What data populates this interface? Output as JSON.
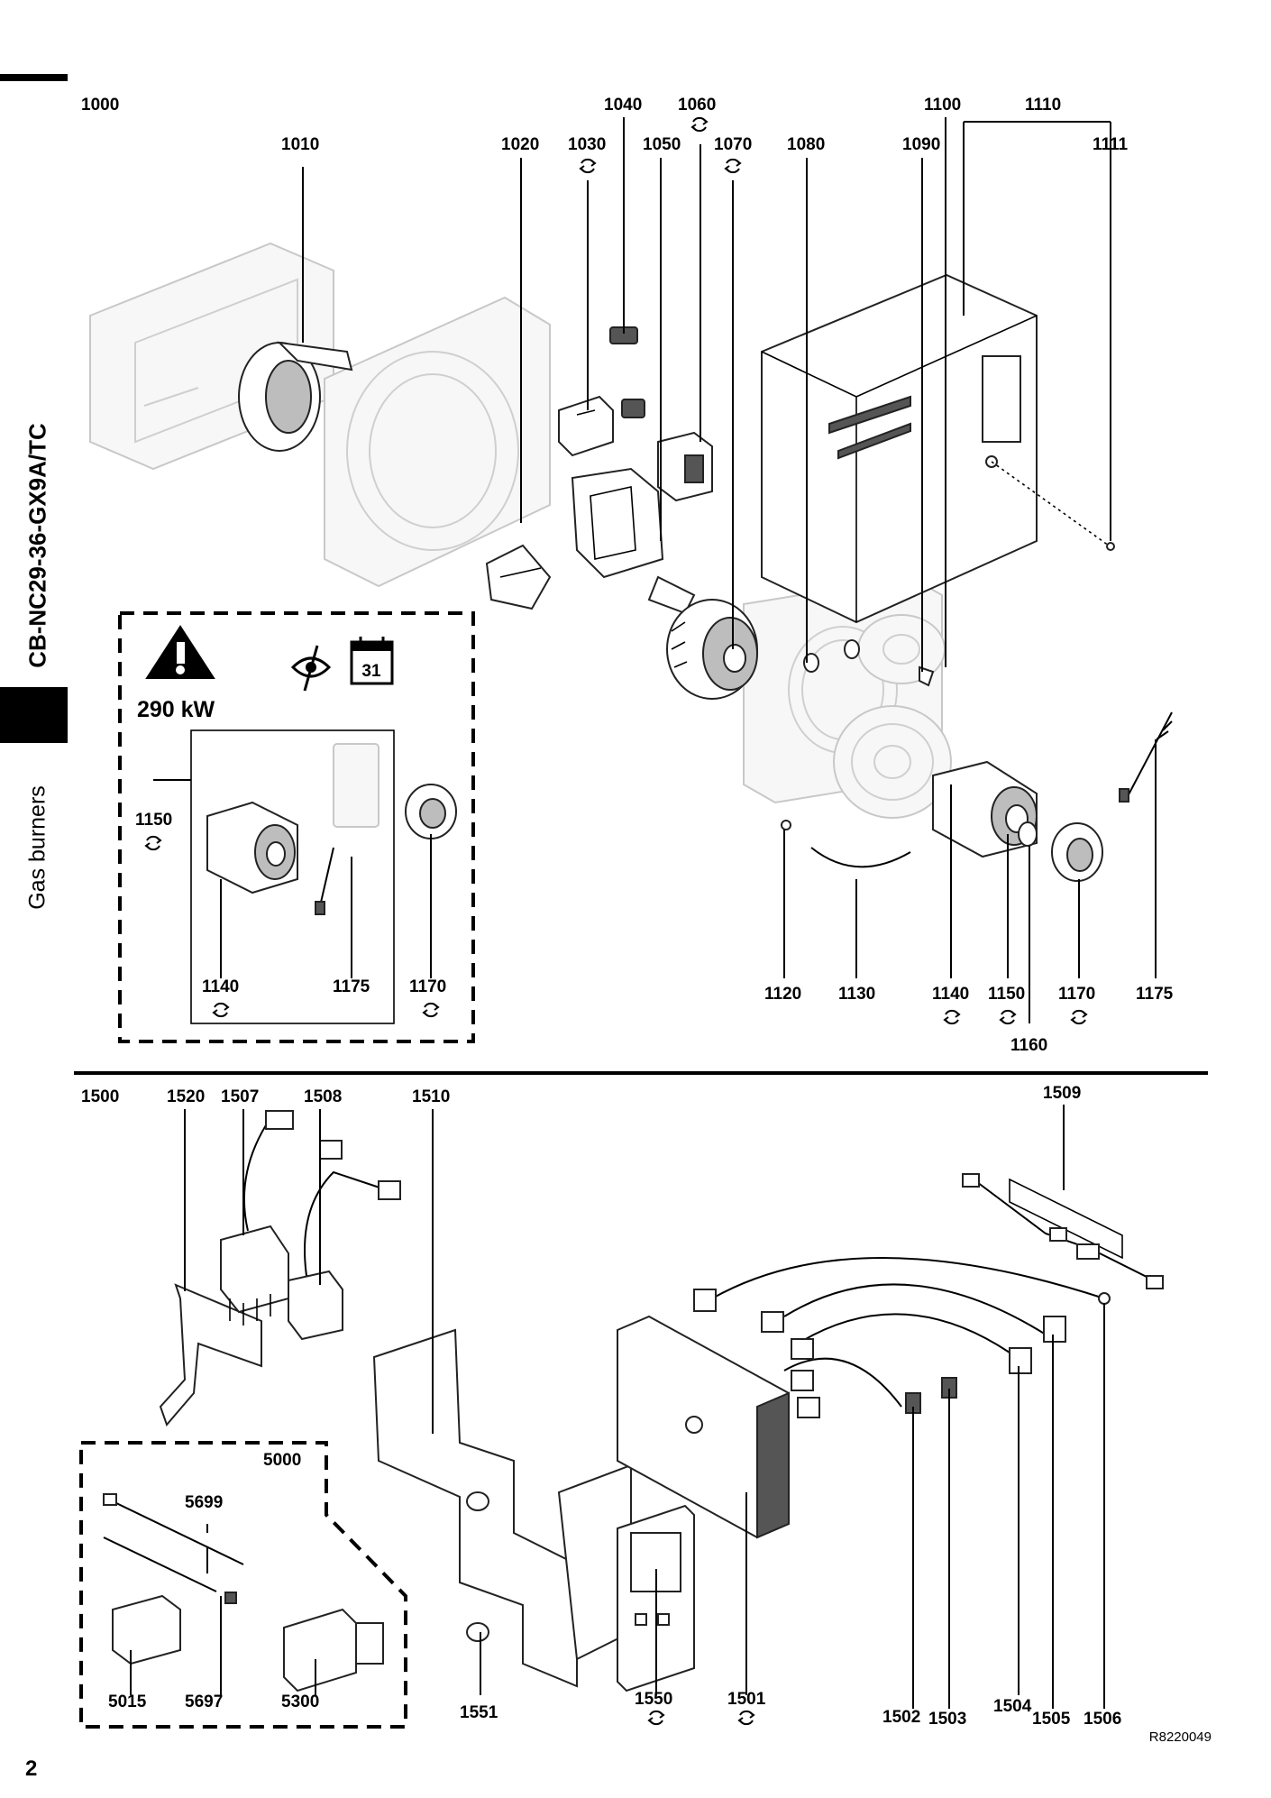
{
  "sidebar": {
    "title": "CB-NC29-36-GX9A/TC",
    "section": "Gas burners"
  },
  "page_number": "2",
  "reference_code": "R8220049",
  "upper_diagram": {
    "group": "1000",
    "labels": [
      "1010",
      "1020",
      "1030",
      "1040",
      "1050",
      "1060",
      "1070",
      "1080",
      "1090",
      "1100",
      "1110",
      "1111",
      "1120",
      "1130",
      "1140",
      "1150",
      "1160",
      "1170",
      "1175"
    ],
    "maintenance_box": {
      "power": "290 kW",
      "calendar_day": "31",
      "labels": [
        "1150",
        "1140",
        "1175",
        "1170"
      ]
    }
  },
  "lower_diagram": {
    "group": "1500",
    "labels": [
      "1501",
      "1502",
      "1503",
      "1504",
      "1505",
      "1506",
      "1507",
      "1508",
      "1509",
      "1510",
      "1520",
      "1550",
      "1551"
    ],
    "kit_box": {
      "group": "5000",
      "labels": [
        "5699",
        "5697",
        "5015",
        "5300"
      ]
    }
  },
  "icons": [
    "warning-triangle-icon",
    "visual-inspection-icon",
    "calendar-icon",
    "rotation-spare-icon"
  ]
}
